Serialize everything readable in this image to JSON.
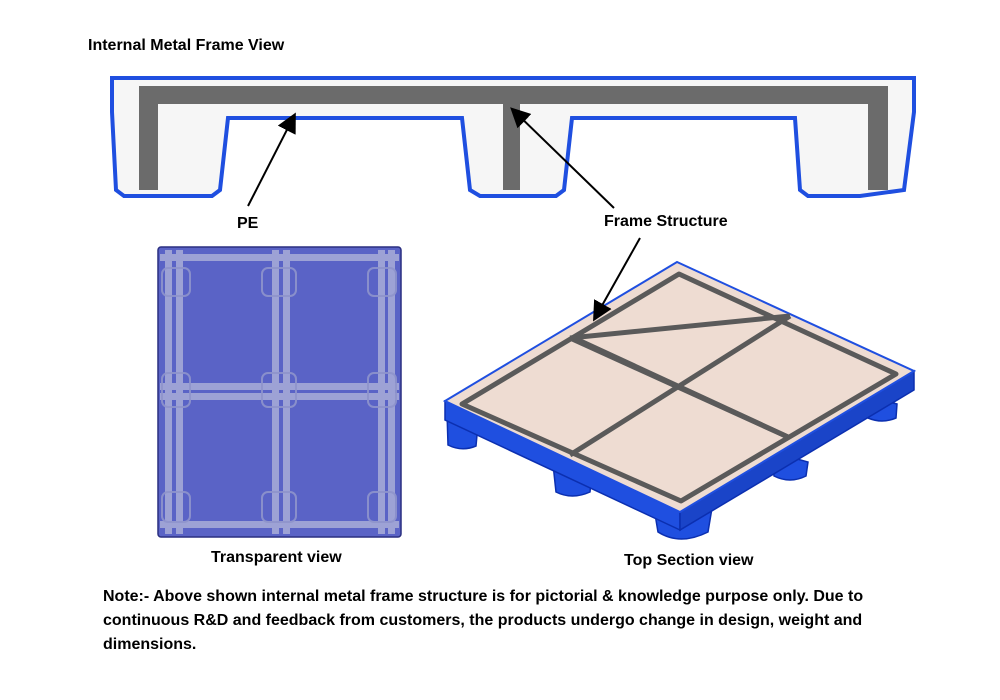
{
  "diagram": {
    "title": "Internal Metal Frame View",
    "callouts": {
      "pe": "PE",
      "frame_structure": "Frame Structure"
    },
    "captions": {
      "transparent": "Transparent view",
      "top_section": "Top Section view"
    },
    "note": "Note:- Above shown internal metal frame structure is for pictorial & knowledge purpose only. Due to continuous R&D and feedback from customers, the products undergo change in design, weight and dimensions."
  },
  "colors": {
    "pallet_blue": "#1f4fe0",
    "pallet_blue_dark": "#0b2fb0",
    "frame_gray": "#6b6b6b",
    "transparent_fill": "#5a63c6",
    "deck_beige": "#eedcd2"
  }
}
